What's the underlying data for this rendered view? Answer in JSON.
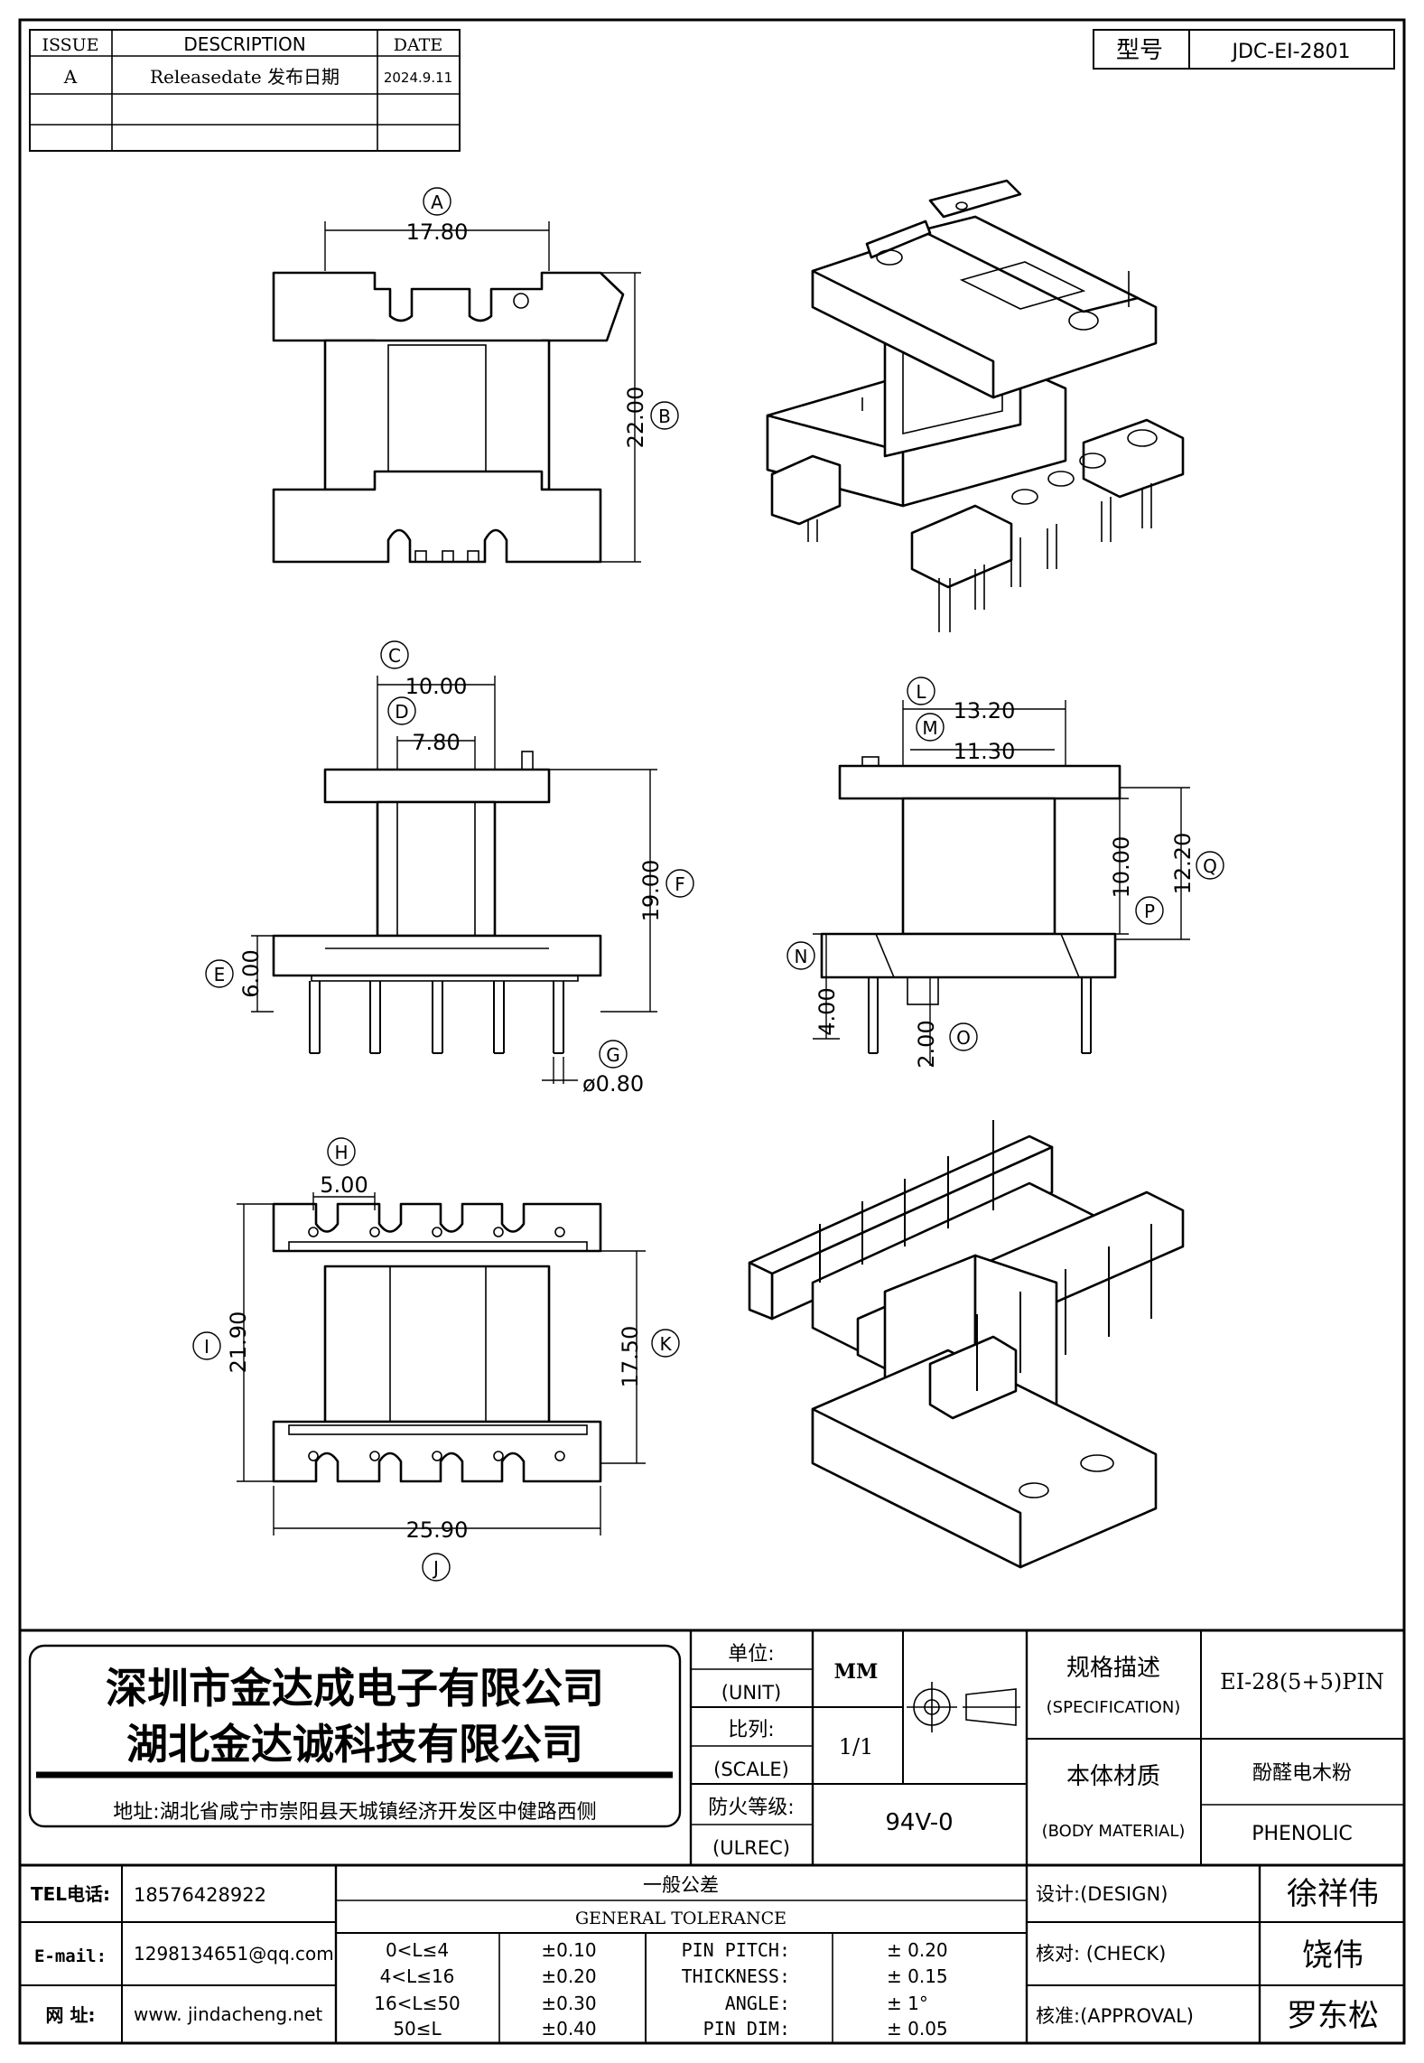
{
  "revision_table": {
    "headers": [
      "ISSUE",
      "DESCRIPTION",
      "DATE"
    ],
    "rows": [
      [
        "A",
        "Releasedate 发布日期",
        "2024.9.11"
      ],
      [
        "",
        "",
        ""
      ],
      [
        "",
        "",
        ""
      ]
    ]
  },
  "model_box": {
    "label": "型号",
    "value": "JDC-EI-2801"
  },
  "dimensions": {
    "A": "17.80",
    "B": "22.00",
    "C": "10.00",
    "D": "7.80",
    "E": "6.00",
    "F": "19.00",
    "G": "ø0.80",
    "H": "5.00",
    "I": "21.90",
    "J": "25.90",
    "K": "17.50",
    "L": "13.20",
    "M": "11.30",
    "N": "4.00",
    "O": "2.00",
    "P": "10.00",
    "Q": "12.20"
  },
  "dimension_letters": [
    "A",
    "B",
    "C",
    "D",
    "E",
    "F",
    "G",
    "H",
    "I",
    "J",
    "K",
    "L",
    "M",
    "N",
    "O",
    "P",
    "Q"
  ],
  "title_block": {
    "company_1": "深圳市金达成电子有限公司",
    "company_2": "湖北金达诚科技有限公司",
    "address": "地址:湖北省咸宁市崇阳县天城镇经济开发区中健路西侧",
    "unit_label": "单位:",
    "unit_label_en": "(UNIT)",
    "unit_value": "MM",
    "scale_label": "比列:",
    "scale_label_en": "(SCALE)",
    "scale_value": "1/1",
    "ul_label": "防火等级:",
    "ul_label_en": "(ULREC)",
    "ul_value": "94V-0",
    "spec_label": "规格描述",
    "spec_label_en": "(SPECIFICATION)",
    "spec_value": "EI-28(5+5)PIN",
    "material_label": "本体材质",
    "material_label_en": "(BODY MATERIAL)",
    "material_value": "酚醛电木粉",
    "material_value_en": "PHENOLIC",
    "tel_label": "TEL电话:",
    "tel_value": "18576428922",
    "email_label": "E-mail:",
    "email_value": "1298134651@qq.com",
    "web_label": "网  址:",
    "web_value": "www. jindacheng.net",
    "tolerance_title": "一般公差",
    "tolerance_title_en": "GENERAL TOLERANCE",
    "tolerances": [
      {
        "range": "0<L≤4",
        "value": "±0.10",
        "name": "PIN PITCH:",
        "tol": "±  0.20"
      },
      {
        "range": "4<L≤16",
        "value": "±0.20",
        "name": "THICKNESS:",
        "tol": "±  0.15"
      },
      {
        "range": "16<L≤50",
        "value": "±0.30",
        "name": "ANGLE:",
        "tol": "±  1°"
      },
      {
        "range": "50≤L",
        "value": "±0.40",
        "name": "PIN DIM:",
        "tol": "±  0.05"
      }
    ],
    "design_label": "设计:(DESIGN)",
    "design_value": "徐祥伟",
    "check_label": "核对: (CHECK)",
    "check_value": "饶伟",
    "approval_label": "核准:(APPROVAL)",
    "approval_value": "罗东松"
  }
}
